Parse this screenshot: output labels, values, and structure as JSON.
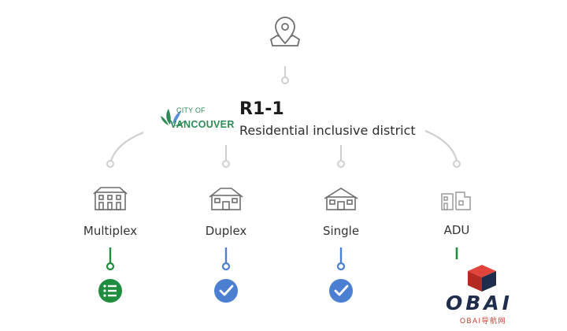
{
  "zone": {
    "code": "R1-1",
    "description": "Residential inclusive district"
  },
  "city_logo": {
    "line1": "CITY OF",
    "line2": "VANCOUVER"
  },
  "housing_types": [
    {
      "label": "Multiplex",
      "status": "list",
      "status_icon": "list-icon",
      "color": "#1e8e3e"
    },
    {
      "label": "Duplex",
      "status": "check",
      "status_icon": "check-icon",
      "color": "#4a7fd1"
    },
    {
      "label": "Single",
      "status": "check",
      "status_icon": "check-icon",
      "color": "#4a7fd1"
    },
    {
      "label": "ADU",
      "status": "partial",
      "status_icon": "",
      "color": "#1e8e3e"
    }
  ],
  "watermark": {
    "text": "OBAI",
    "subtext": "OBAI导航网"
  },
  "colors": {
    "connector_gray": "#cfcfcf",
    "icon_gray": "#6e6e6e",
    "green": "#1e8e3e",
    "blue": "#4a7fd1",
    "logo_red": "#d93a2b",
    "logo_navy": "#1f2d4d"
  }
}
